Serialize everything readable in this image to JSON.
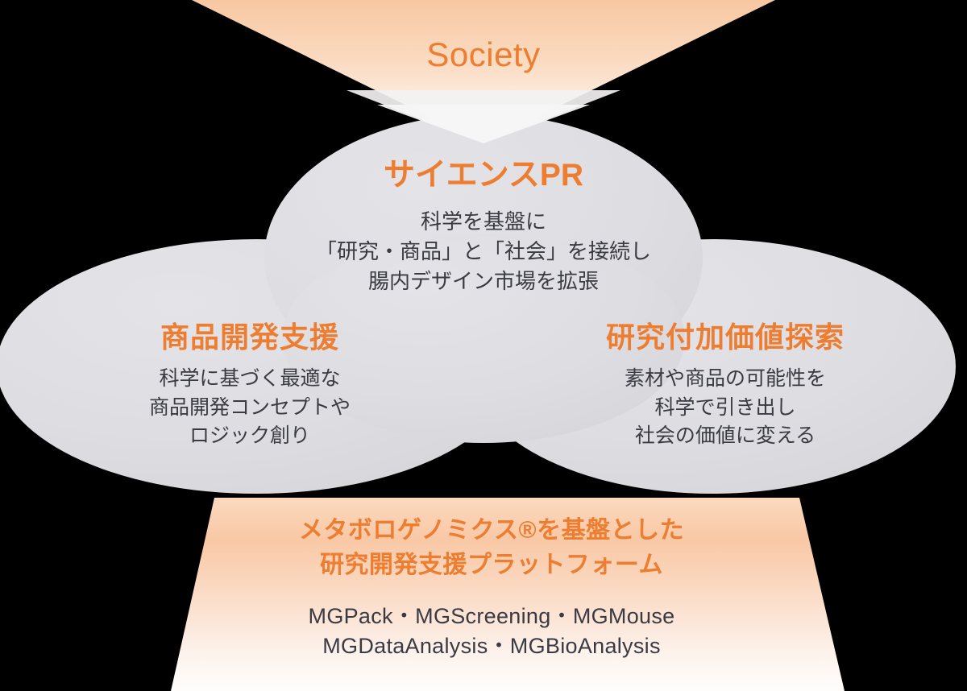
{
  "colors": {
    "background": "#000000",
    "accent_orange": "#ED7D31",
    "cloud_gray": "#DEDEE2",
    "body_text": "#3A3A42",
    "funnel_orange_top": "#F6C29A",
    "funnel_orange_bottom": "#FFFFFF"
  },
  "top": {
    "label": "Society"
  },
  "center_cloud": {
    "title": "サイエンスPR",
    "body_lines": [
      "科学を基盤に",
      "「研究・商品」と「社会」を接続し",
      "腸内デザイン市場を拡張"
    ]
  },
  "left_cloud": {
    "title": "商品開発支援",
    "body_lines": [
      "科学に基づく最適な",
      "商品開発コンセプトや",
      "ロジック創り"
    ]
  },
  "right_cloud": {
    "title": "研究付加価値探索",
    "body_lines": [
      "素材や商品の可能性を",
      "科学で引き出し",
      "社会の価値に変える"
    ]
  },
  "platform": {
    "title_lines": [
      "メタボロゲノミクス®を基盤とした",
      "研究開発支援プラットフォーム"
    ],
    "product_lines": [
      "MGPack・MGScreening・MGMouse",
      "MGDataAnalysis・MGBioAnalysis"
    ]
  }
}
